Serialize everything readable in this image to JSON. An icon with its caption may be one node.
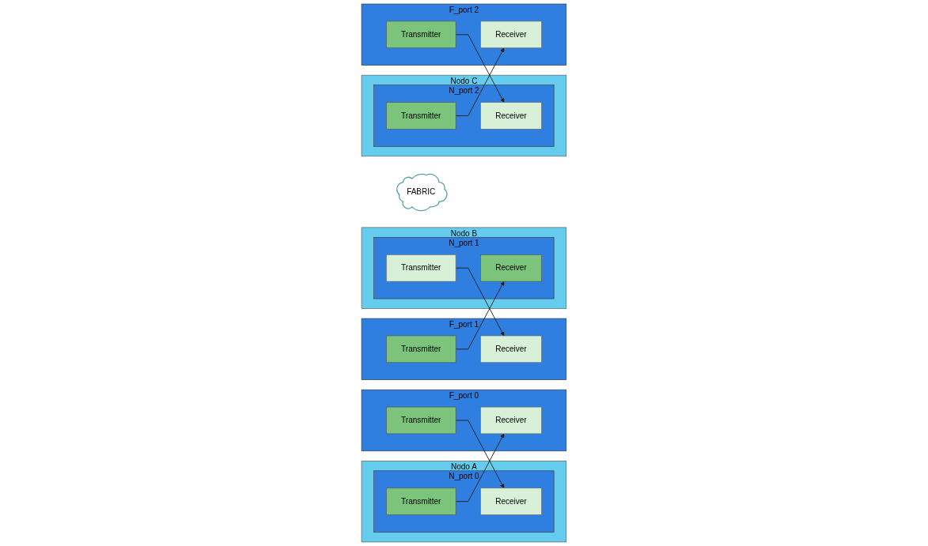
{
  "diagram": {
    "nodes": [
      {
        "text": [
          "Nodo A"
        ]
      },
      {
        "text": [
          "N_port 0"
        ],
        "in": 0
      },
      {
        "text": [
          "Receiver"
        ],
        "in": 1
      },
      {
        "text": [
          "Transmitter"
        ],
        "in": 1
      },
      {
        "text": [
          "F_port 0"
        ]
      },
      {
        "text": [
          "Transmitter"
        ],
        "in": 4
      },
      {
        "text": [
          "Receiver"
        ],
        "in": 4
      },
      {
        "text": [
          "F_port 1"
        ]
      },
      {
        "text": [
          "Transmitter"
        ],
        "in": 7
      },
      {
        "text": [
          "Receiver"
        ],
        "in": 7
      },
      {
        "text": [
          "Nodo B"
        ]
      },
      {
        "text": [
          "N_port 1"
        ],
        "in": 10
      },
      {
        "text": [
          "Receiver"
        ],
        "in": 11
      },
      {
        "text": [
          "Transmitter"
        ],
        "in": 11
      },
      {
        "text": [
          "FABRIC"
        ]
      },
      {
        "text": [
          "Nodo C"
        ]
      },
      {
        "text": [
          "N_port 2"
        ],
        "in": 15
      },
      {
        "text": [
          "Receiver"
        ],
        "in": 16
      },
      {
        "text": [
          "Transmitter"
        ],
        "in": 16
      },
      {
        "text": [
          "F_port 2"
        ]
      },
      {
        "text": [
          "Transmitter"
        ],
        "in": 19
      },
      {
        "text": [
          "Receiver"
        ],
        "in": 19
      }
    ],
    "edges": [
      {
        "from": 5,
        "to": 2,
        "arrow": "to"
      },
      {
        "from": 3,
        "to": 6,
        "arrow": "to"
      },
      {
        "from": 8,
        "to": 12,
        "arrow": "to"
      },
      {
        "from": 13,
        "to": 9,
        "arrow": "to"
      },
      {
        "from": 20,
        "to": 17,
        "arrow": "to"
      },
      {
        "from": 18,
        "to": 21,
        "arrow": "to"
      }
    ]
  }
}
